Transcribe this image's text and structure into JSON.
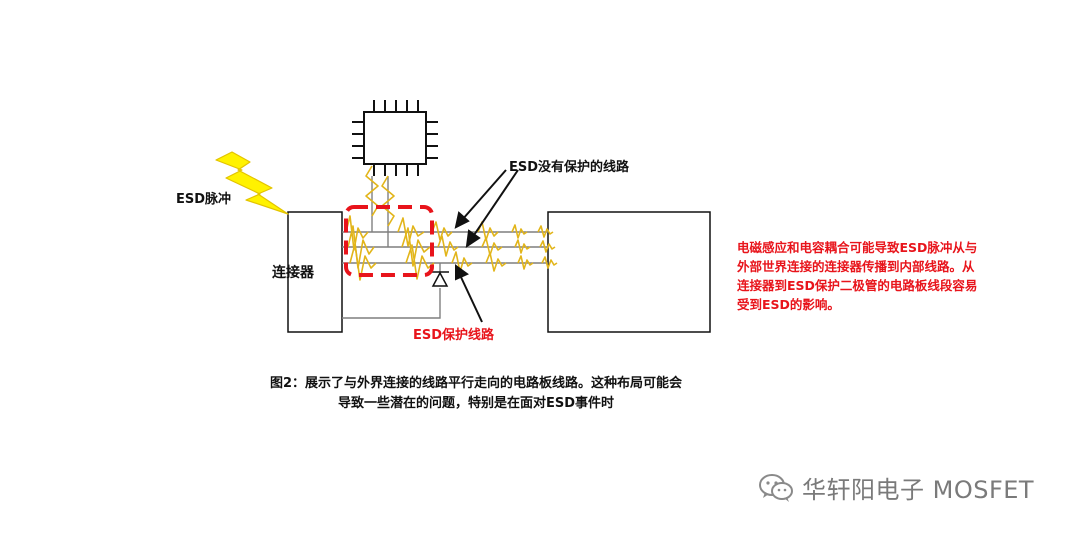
{
  "labels": {
    "esd_pulse": "ESD脉冲",
    "connector": "连接器",
    "unprotected_line": "ESD没有保护的线路",
    "protected_line": "ESD保护线路"
  },
  "note": "电磁感应和电容耦合可能导致ESD脉冲从与外部世界连接的连接器传播到内部线路。从连接器到ESD保护二极管的电路板线段容易受到ESD的影响。",
  "caption": {
    "line1": "图2：展示了与外界连接的线路平行走向的电路板线路。这种布局可能会",
    "line2": "导致一些潜在的问题，特别是在面对ESD事件时"
  },
  "watermark": {
    "icon": "wechat-icon",
    "text": "华轩阳电子 MOSFET"
  },
  "colors": {
    "line": "#7f7f7f",
    "outline": "#111111",
    "highlight": "#e8141b",
    "noise": "#e2b51a",
    "bolt": "#fff200",
    "bolt_edge": "#e3c300"
  }
}
